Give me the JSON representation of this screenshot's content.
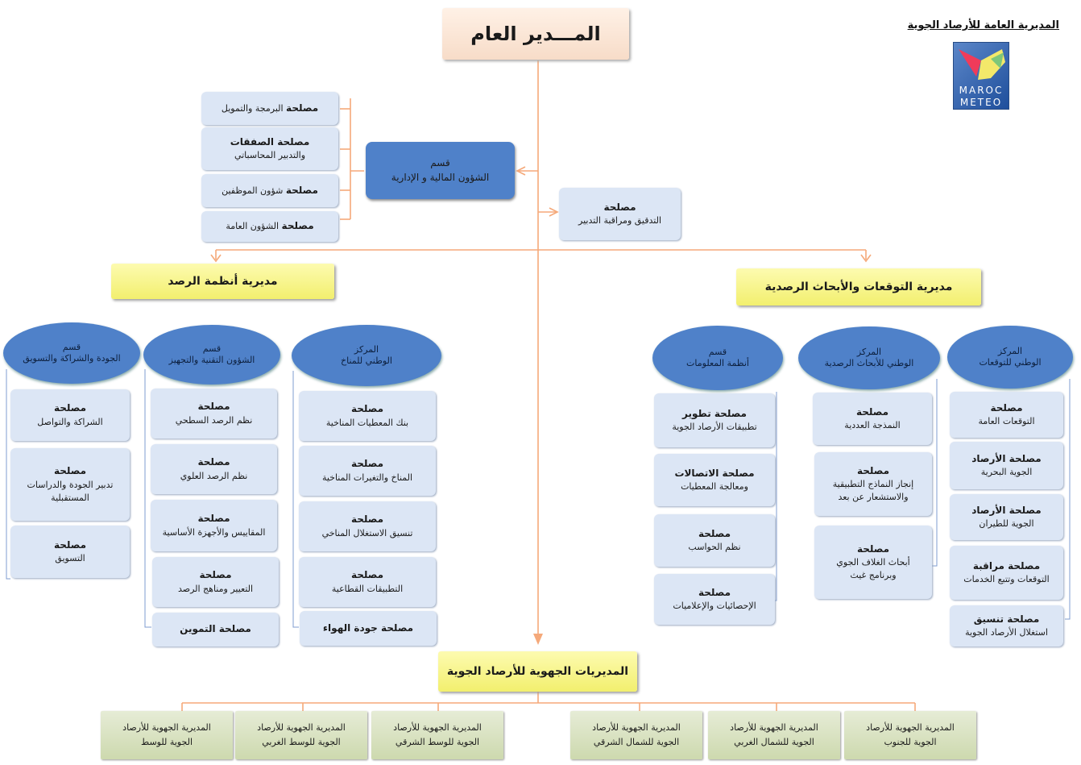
{
  "header": {
    "org_name": "المديرية العامة للأرصاد الجوية",
    "logo_text": [
      "MAROC",
      "METEO"
    ]
  },
  "director": "المـــدير العام",
  "finance_division": {
    "title": "قسم",
    "sub": "الشؤون المالية و الإدارية"
  },
  "finance_services": [
    {
      "bold": "مصلحة",
      "text": "البرمجة والتمويل"
    },
    {
      "bold": "مصلحة الصفقات",
      "text": "والتدبير المحاسباتي"
    },
    {
      "bold": "مصلحة",
      "text": "شؤون الموظفين"
    },
    {
      "bold": "مصلحة",
      "text": "الشؤون العامة"
    }
  ],
  "audit_service": {
    "bold": "مصلحة",
    "text": "التدقيق ومراقبة التدبير"
  },
  "observation_directorate": "مديرية أنظمة الرصد",
  "forecast_directorate": "مديرية التوقعات والأبحاث الرصدية",
  "obs_units": [
    {
      "title": [
        "المركز",
        "الوطني للمناخ"
      ],
      "services": [
        {
          "bold": "مصلحة",
          "text": "بنك المعطيات المناخية"
        },
        {
          "bold": "مصلحة",
          "text": "المناخ والتغيرات المناخية"
        },
        {
          "bold": "مصلحة",
          "text": "تنسيق الاستغلال المناخي"
        },
        {
          "bold": "مصلحة",
          "text": "التطبيقات القطاعية"
        },
        {
          "bold": "مصلحة جودة الهواء",
          "text": ""
        }
      ]
    },
    {
      "title": [
        "قسم",
        "الشؤون التقنية والتجهيز"
      ],
      "services": [
        {
          "bold": "مصلحة",
          "text": "نظم الرصد السطحي"
        },
        {
          "bold": "مصلحة",
          "text": "نظم الرصد العلوي"
        },
        {
          "bold": "مصلحة",
          "text": "المقاييس والأجهزة الأساسية"
        },
        {
          "bold": "مصلحة",
          "text": "التعيير ومناهج الرصد"
        },
        {
          "bold": "مصلحة التموين",
          "text": ""
        }
      ]
    },
    {
      "title": [
        "قسم",
        "الجودة والشراكة والتسويق"
      ],
      "services": [
        {
          "bold": "مصلحة",
          "text": "الشراكة والتواصل"
        },
        {
          "bold": "مصلحة",
          "text": "تدبير الجودة والدراسات المستقبلية"
        },
        {
          "bold": "مصلحة",
          "text": "التسويق"
        }
      ]
    }
  ],
  "forecast_units": [
    {
      "title": [
        "المركز",
        "الوطني للتوقعات"
      ],
      "services": [
        {
          "bold": "مصلحة",
          "text": "التوقعات العامة"
        },
        {
          "bold": "مصلحة الأرصاد",
          "text": "الجوية البحرية"
        },
        {
          "bold": "مصلحة الأرصاد",
          "text": "الجوية للطيران"
        },
        {
          "bold": "مصلحة مراقبة",
          "text": "التوقعات وتتبع الخدمات"
        },
        {
          "bold": "مصلحة تنسيق",
          "text": "استغلال الأرصاد الجوية"
        }
      ]
    },
    {
      "title": [
        "المركز",
        "الوطني للأبحاث الرصدية"
      ],
      "services": [
        {
          "bold": "مصلحة",
          "text": "النمذجة العددية"
        },
        {
          "bold": "مصلحة",
          "text": "إنجاز النماذج التطبيقية والاستشعار عن بعد"
        },
        {
          "bold": "مصلحة",
          "text": "أبحاث الغلاف الجوي وبرنامج غيث"
        }
      ]
    },
    {
      "title": [
        "قسم",
        "أنظمة المعلومات"
      ],
      "services": [
        {
          "bold": "مصلحة تطوير",
          "text": "تطبيقات الأرصاد الجوية"
        },
        {
          "bold": "مصلحة الاتصالات",
          "text": "ومعالجة المعطيات"
        },
        {
          "bold": "مصلحة",
          "text": "نظم الحواسب"
        },
        {
          "bold": "مصلحة",
          "text": "الإحصائيات والإعلاميات"
        }
      ]
    }
  ],
  "regional_title": "المديريات الجهوية للأرصاد الجوية",
  "regional": [
    {
      "line1": "المديرية الجهوية للأرصاد",
      "line2": "الجوية للجنوب"
    },
    {
      "line1": "المديرية الجهوية للأرصاد",
      "line2": "الجوية للشمال الغربي"
    },
    {
      "line1": "المديرية الجهوية للأرصاد",
      "line2": "الجوية للشمال الشرقي"
    },
    {
      "line1": "المديرية الجهوية للأرصاد",
      "line2": "الجوية للوسط الشرقي"
    },
    {
      "line1": "المديرية الجهوية للأرصاد",
      "line2": "الجوية للوسط الغربي"
    },
    {
      "line1": "المديرية الجهوية للأرصاد",
      "line2": "الجوية للوسط"
    }
  ]
}
